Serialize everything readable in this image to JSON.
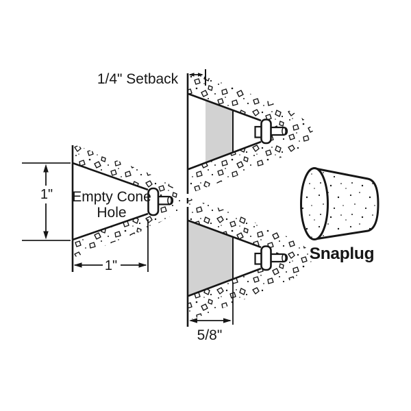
{
  "figure": {
    "background_color": "#ffffff",
    "ink_color": "#161616",
    "plug_shade_color": "#d2d2d2",
    "snaplug_label_color": "#1173d7",
    "labels": {
      "setback": "1/4\" Setback",
      "empty_cone_line1": "Empty Cone",
      "empty_cone_line2": "Hole",
      "hole_height_dim": "1\"",
      "hole_depth_dim": "1\"",
      "plug_depth_dim": "5/8\"",
      "product": "Snaplug"
    }
  }
}
